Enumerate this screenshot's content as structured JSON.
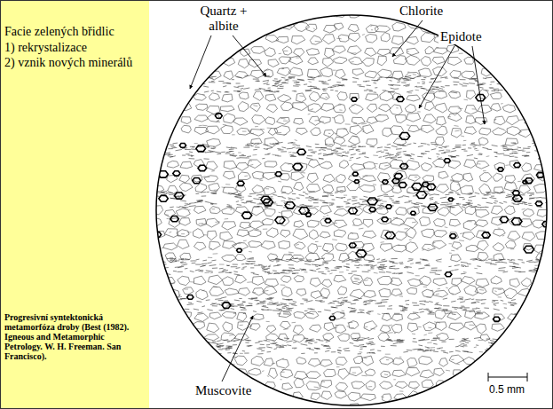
{
  "diagram": {
    "nodes": [
      {
        "text": [
          "Facie zelených břidlic",
          "1) rekrystalizace",
          "2) vznik nových minerálů",
          "Progresivní syntektonická metamorfóza droby (Best (1982). Igneous and Metamorphic Petrology. W. H. Freeman. San Francisco)."
        ]
      }
    ],
    "labels": [
      "Quartz + albite",
      "Chlorite",
      "Epidote",
      "Muscovite",
      "0.5 mm"
    ]
  }
}
